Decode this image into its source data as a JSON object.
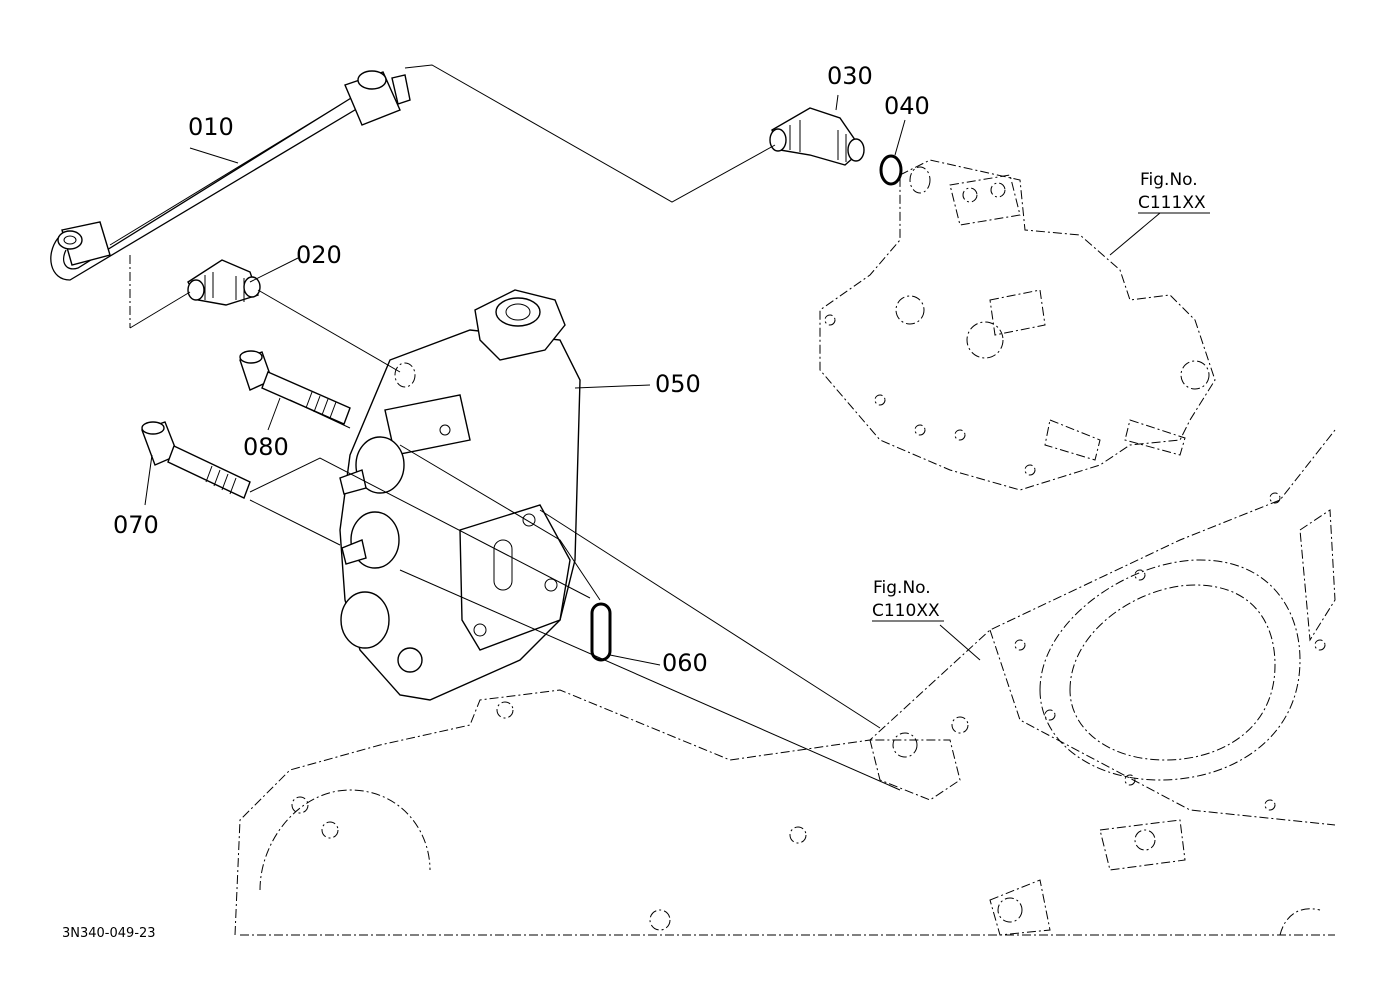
{
  "diagram": {
    "code": "3N340-049-23",
    "parts": [
      {
        "id": "p010",
        "label": "010"
      },
      {
        "id": "p020",
        "label": "020"
      },
      {
        "id": "p030",
        "label": "030"
      },
      {
        "id": "p040",
        "label": "040"
      },
      {
        "id": "p050",
        "label": "050"
      },
      {
        "id": "p060",
        "label": "060"
      },
      {
        "id": "p070",
        "label": "070"
      },
      {
        "id": "p080",
        "label": "080"
      }
    ],
    "figure_refs": [
      {
        "line1": "Fig.No.",
        "line2": "C111XX"
      },
      {
        "line1": "Fig.No.",
        "line2": "C110XX"
      }
    ]
  }
}
